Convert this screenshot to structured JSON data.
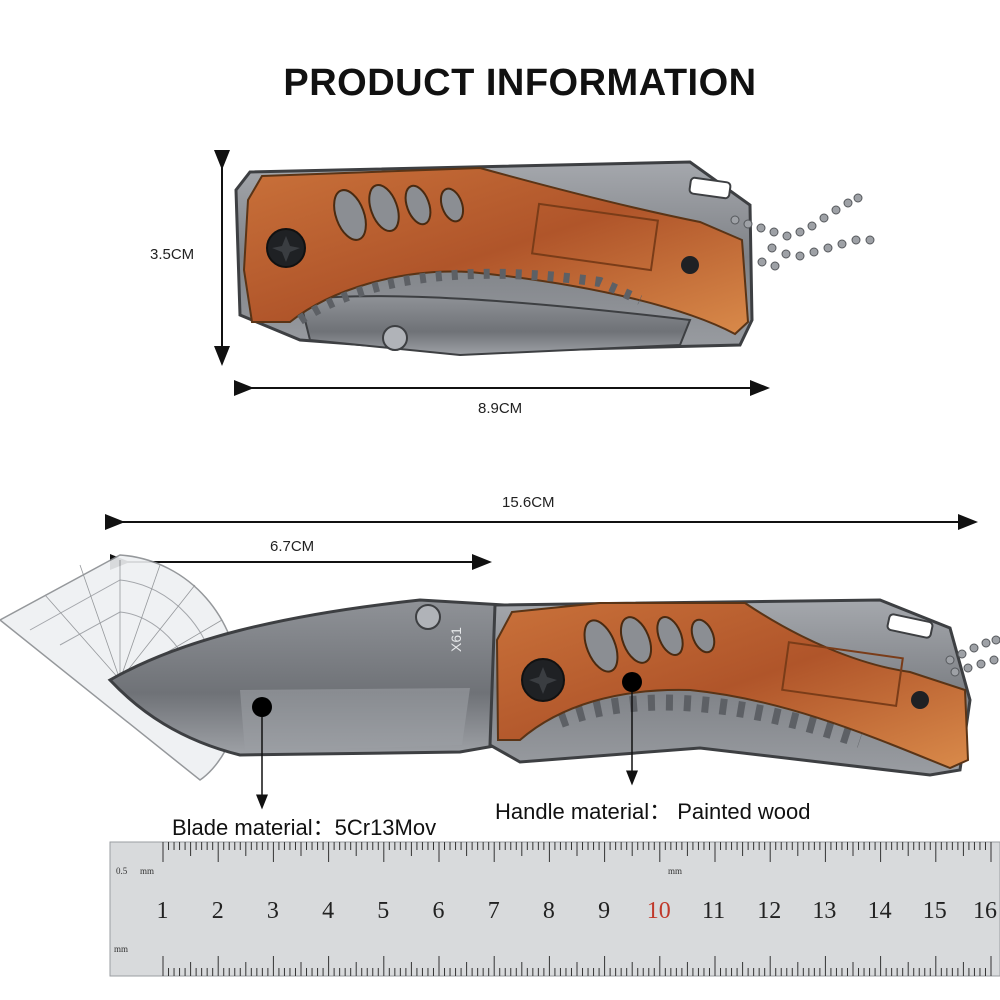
{
  "title": "PRODUCT INFORMATION",
  "dimensions": {
    "closed_height": "3.5CM",
    "closed_length": "8.9CM",
    "open_length": "15.6CM",
    "blade_length": "6.7CM"
  },
  "blade_marking": "X61",
  "materials": {
    "blade": "Blade material：5Cr13Mov",
    "handle": "Handle material： Painted wood"
  },
  "ruler": {
    "numbers": [
      "1",
      "2",
      "3",
      "4",
      "5",
      "6",
      "7",
      "8",
      "9",
      "10",
      "11",
      "12",
      "13",
      "14",
      "15",
      "16"
    ],
    "highlight": "10",
    "unit_top": "mm",
    "unit_left": "0.5",
    "unit_bottom": "mm"
  },
  "colors": {
    "wood": "#b35a2a",
    "wood_light": "#d98a4a",
    "steel": "#8a8d91",
    "steel_dark": "#4a4c50",
    "ruler_bg": "#d8dadc",
    "highlight": "#c0392b"
  }
}
